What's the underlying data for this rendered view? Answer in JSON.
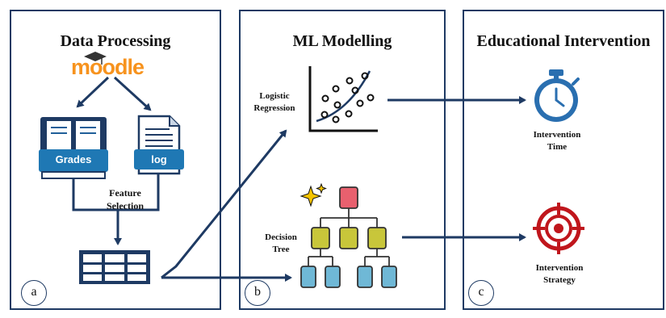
{
  "panels": [
    {
      "title": "Data Processing",
      "letter": "a"
    },
    {
      "title": "ML Modelling",
      "letter": "b"
    },
    {
      "title": "Educational Intervention",
      "letter": "c"
    }
  ],
  "data_processing": {
    "logo_text": "moodle",
    "grades_label": "Grades",
    "log_label": "log",
    "feature_selection": [
      "Feature",
      "Selection"
    ]
  },
  "ml_modelling": {
    "logistic_regression": [
      "Logistic",
      "Regression"
    ],
    "decision_tree": [
      "Decision",
      "Tree"
    ]
  },
  "intervention": {
    "time": [
      "Intervention",
      "Time"
    ],
    "strategy": [
      "Intervention",
      "Strategy"
    ]
  },
  "colors": {
    "navy": "#1e3a63",
    "blue": "#1f5f99",
    "moodle_orange": "#f7931e",
    "tree_red": "#e8606e",
    "tree_yellow": "#c8c63a",
    "tree_cyan": "#6fb8d6",
    "target_red": "#c0161c",
    "stopwatch_blue": "#2a6fb0"
  }
}
